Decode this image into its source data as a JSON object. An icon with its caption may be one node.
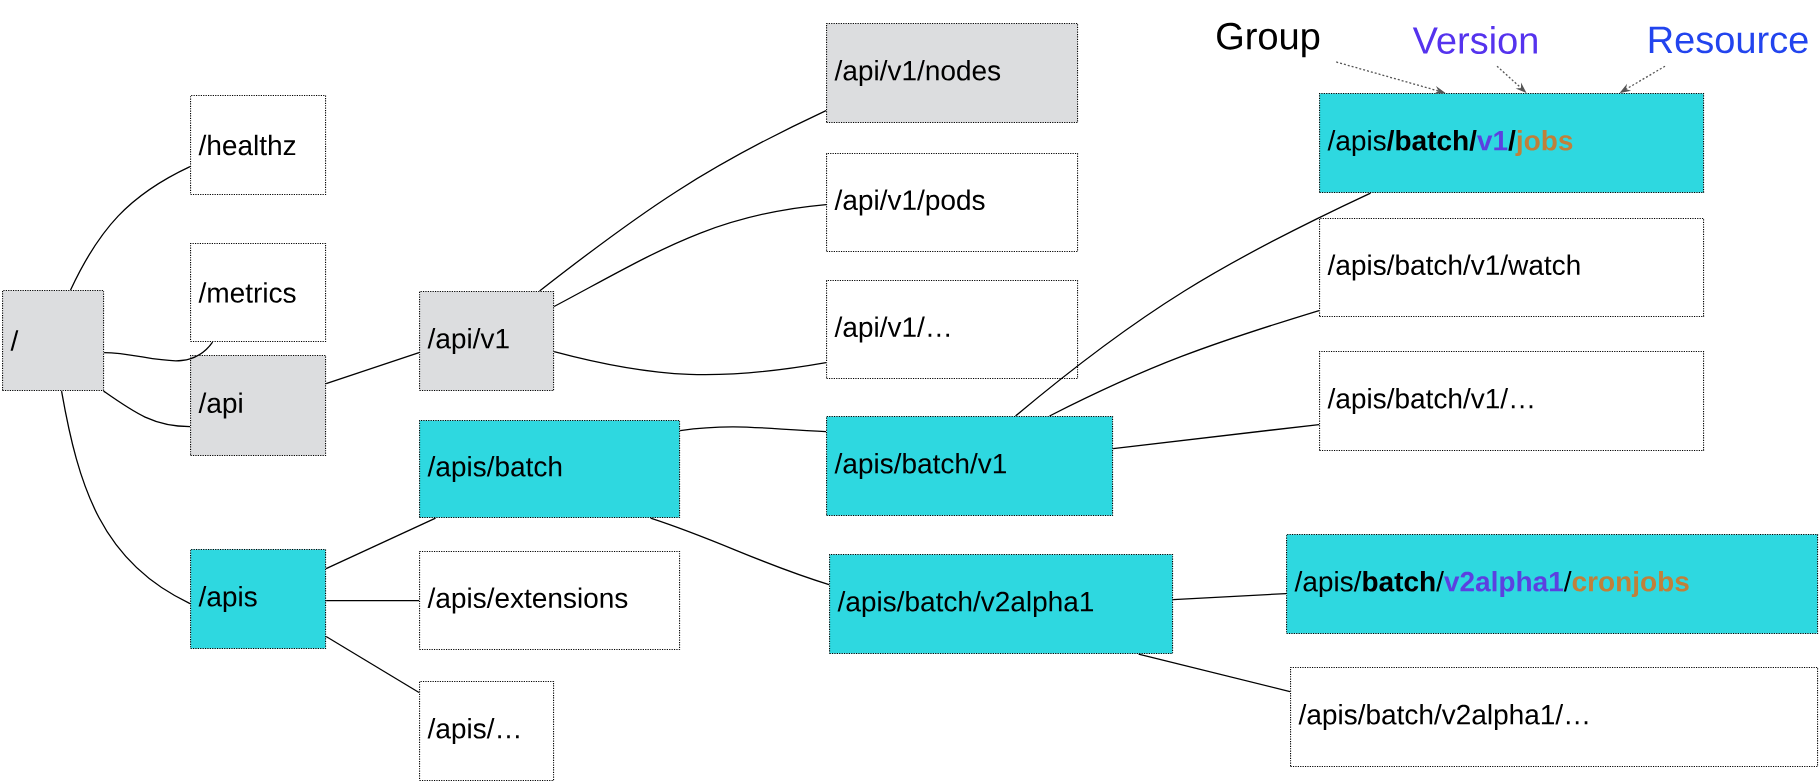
{
  "diagram": {
    "nodes": [
      {
        "text": [
          "/"
        ]
      },
      {
        "text": [
          "/healthz"
        ]
      },
      {
        "text": [
          "/metrics"
        ]
      },
      {
        "text": [
          "/api"
        ]
      },
      {
        "text": [
          "/apis"
        ]
      },
      {
        "text": [
          "/api/v1"
        ]
      },
      {
        "text": [
          "/apis/batch"
        ]
      },
      {
        "text": [
          "/apis/extensions"
        ]
      },
      {
        "text": [
          "/apis/…"
        ]
      },
      {
        "text": [
          "/api/v1/nodes"
        ]
      },
      {
        "text": [
          "/api/v1/pods"
        ]
      },
      {
        "text": [
          "/api/v1/…"
        ]
      },
      {
        "text": [
          "/apis/batch/v1"
        ]
      },
      {
        "text": [
          "/apis/batch/v2alpha1"
        ]
      },
      {
        "text": [
          "/apis**/batch/v1/jobs**"
        ]
      },
      {
        "text": [
          "/apis/batch/v1/watch"
        ]
      },
      {
        "text": [
          "/apis/batch/v1/…"
        ]
      },
      {
        "text": [
          "/apis/**batch**/**v2alpha1**/**cronjobs**"
        ]
      },
      {
        "text": [
          "/apis/batch/v2alpha1/…"
        ]
      },
      {
        "text": [
          "Group"
        ]
      },
      {
        "text": [
          "Version"
        ]
      },
      {
        "text": [
          "Resource"
        ]
      }
    ],
    "edges": [
      {
        "from": 0,
        "to": 1,
        "arrow": "none"
      },
      {
        "from": 0,
        "to": 2,
        "arrow": "none"
      },
      {
        "from": 0,
        "to": 3,
        "arrow": "none"
      },
      {
        "from": 0,
        "to": 4,
        "arrow": "none"
      },
      {
        "from": 3,
        "to": 5,
        "arrow": "none"
      },
      {
        "from": 5,
        "to": 9,
        "arrow": "none"
      },
      {
        "from": 5,
        "to": 10,
        "arrow": "none"
      },
      {
        "from": 5,
        "to": 11,
        "arrow": "none"
      },
      {
        "from": 4,
        "to": 6,
        "arrow": "none"
      },
      {
        "from": 4,
        "to": 7,
        "arrow": "none"
      },
      {
        "from": 4,
        "to": 8,
        "arrow": "none"
      },
      {
        "from": 6,
        "to": 12,
        "arrow": "none"
      },
      {
        "from": 6,
        "to": 13,
        "arrow": "none"
      },
      {
        "from": 12,
        "to": 14,
        "arrow": "none"
      },
      {
        "from": 12,
        "to": 15,
        "arrow": "none"
      },
      {
        "from": 12,
        "to": 16,
        "arrow": "none"
      },
      {
        "from": 13,
        "to": 17,
        "arrow": "none"
      },
      {
        "from": 13,
        "to": 18,
        "arrow": "none"
      },
      {
        "from": 19,
        "to": 14,
        "arrow": "to",
        "style": "dashed",
        "color": "#555555"
      },
      {
        "from": 20,
        "to": 14,
        "arrow": "to",
        "style": "dashed",
        "color": "#555555"
      },
      {
        "from": 21,
        "to": 14,
        "arrow": "to",
        "style": "dashed",
        "color": "#555555"
      }
    ]
  }
}
